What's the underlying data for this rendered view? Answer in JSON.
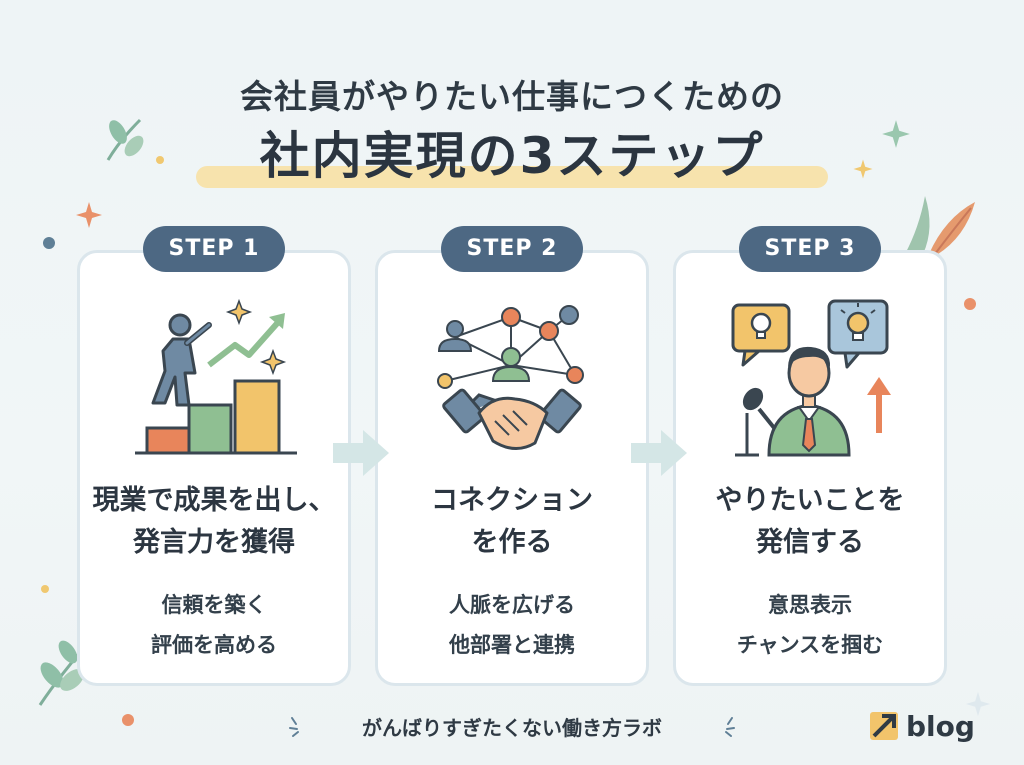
{
  "title": {
    "line1": "会社員がやりたい仕事につくための",
    "line2": "社内実現の3ステップ"
  },
  "steps": [
    {
      "badge": "STEP 1",
      "heading": [
        "現業で成果を出し、",
        "発言力を獲得"
      ],
      "points": [
        "信頼を築く",
        "評価を高める"
      ],
      "icon": "climbing-growth-icon"
    },
    {
      "badge": "STEP 2",
      "heading": [
        "コネクション",
        "を作る"
      ],
      "points": [
        "人脈を広げる",
        "他部署と連携"
      ],
      "icon": "network-handshake-icon"
    },
    {
      "badge": "STEP 3",
      "heading": [
        "やりたいことを",
        "発信する"
      ],
      "points": [
        "意思表示",
        "チャンスを掴む"
      ],
      "icon": "speaker-idea-icon"
    }
  ],
  "footer": {
    "tagline": "がんばりすぎたくない働き方ラボ",
    "brand": "blog"
  },
  "colors": {
    "badge": "#4d6883",
    "highlight": "#f7e3ad",
    "accent_orange": "#e8855b",
    "accent_green": "#8fbf92",
    "accent_yellow": "#f2c46b"
  }
}
